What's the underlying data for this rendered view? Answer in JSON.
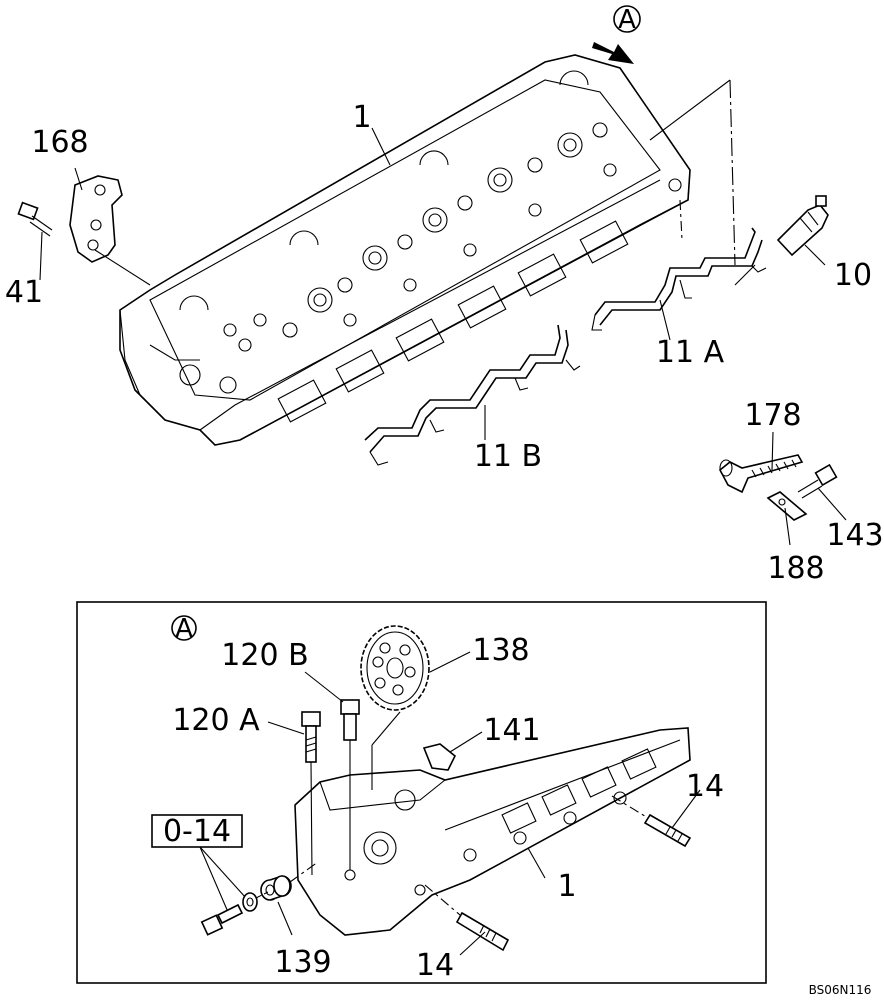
{
  "labels": {
    "head_top": "1",
    "bracket": "168",
    "bolt_left": "41",
    "glow_plug": "10",
    "harness_a": "11 A",
    "harness_b": "11 B",
    "clip": "178",
    "bolt_right": "143",
    "plate": "188",
    "gear": "138",
    "bolt_b": "120 B",
    "bolt_a": "120 A",
    "cap": "141",
    "stud_right": "14",
    "stud_bottom": "14",
    "head_detail": "1",
    "bushing": "139",
    "kit": "0-14"
  },
  "view_marker": "A",
  "drawing_code": "BS06N116"
}
